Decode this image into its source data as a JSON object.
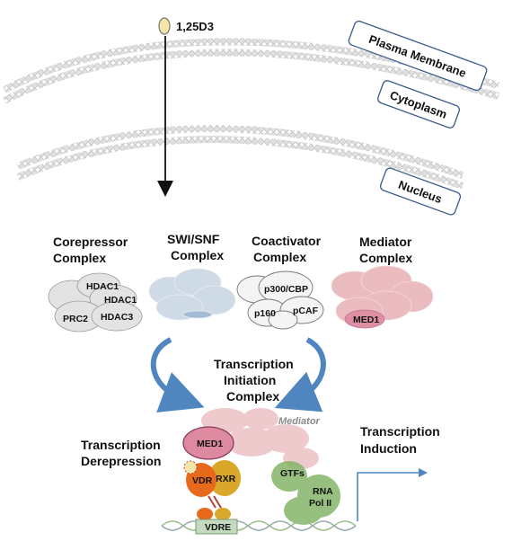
{
  "ligand": "1,25D3",
  "compartments": {
    "plasma_membrane": "Plasma Membrane",
    "cytoplasm": "Cytoplasm",
    "nucleus": "Nucleus"
  },
  "complexes": {
    "corepressor": {
      "line1": "Corepressor",
      "line2": "Complex",
      "members": [
        "HDAC1",
        "HDAC1",
        "PRC2",
        "HDAC3"
      ]
    },
    "swi_snf": {
      "line1": "SWI/SNF",
      "line2": "Complex"
    },
    "coactivator": {
      "line1": "Coactivator",
      "line2": "Complex",
      "members": [
        "p300/CBP",
        "p160",
        "pCAF"
      ]
    },
    "mediator": {
      "line1": "Mediator",
      "line2": "Complex",
      "members": [
        "MED1"
      ]
    }
  },
  "initiation": {
    "line1": "Transcription",
    "line2": "Initiation",
    "line3": "Complex"
  },
  "derepression": {
    "line1": "Transcription",
    "line2": "Derepression"
  },
  "induction": {
    "line1": "Transcription",
    "line2": "Induction"
  },
  "assembly": {
    "mediator_label": "Mediator",
    "med1": "MED1",
    "vdr": "VDR",
    "rxr": "RXR",
    "gtfs": "GTFs",
    "rna_pol_line1": "RNA",
    "rna_pol_line2": "Pol II",
    "vdre": "VDRE"
  },
  "colors": {
    "membrane": "#d9d9d9",
    "arrow_blue": "#4f86c0",
    "corepressor": "#e3e3e3",
    "swi_snf": "#cdd9e6",
    "mediator": "#e9b9bd",
    "med1_fill": "#dd8aa0",
    "vdr": "#e76a1c",
    "rxr": "#d9a72a",
    "gtfs": "#86b56a",
    "induction_line": "#4f86c0"
  }
}
